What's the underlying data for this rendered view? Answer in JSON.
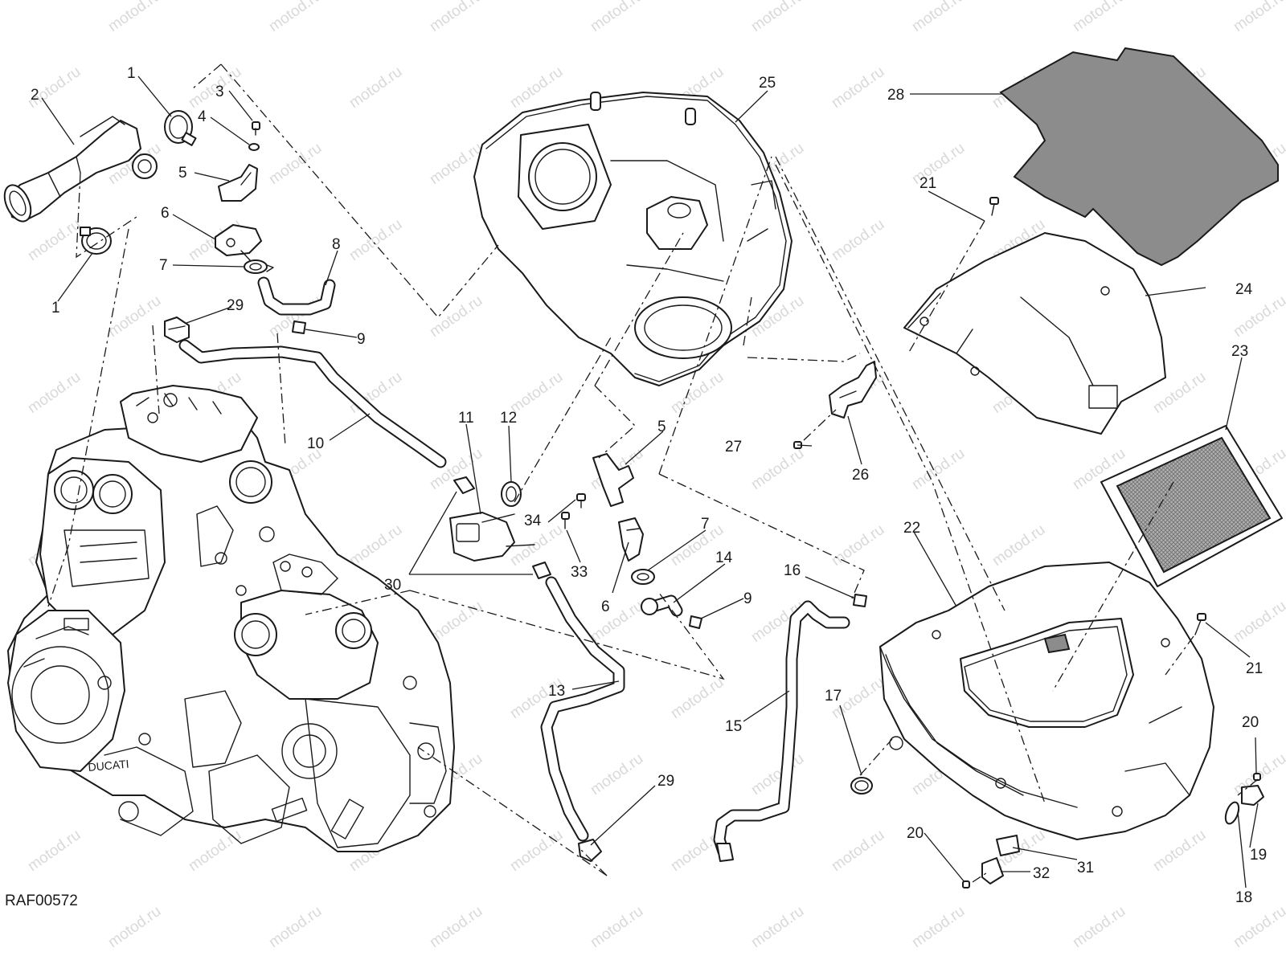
{
  "diagram": {
    "code": "RAF00572",
    "watermark_text": "motod.ru",
    "callouts": [
      {
        "id": "c1a",
        "label": "1"
      },
      {
        "id": "c1b",
        "label": "1"
      },
      {
        "id": "c2",
        "label": "2"
      },
      {
        "id": "c3",
        "label": "3"
      },
      {
        "id": "c4",
        "label": "4"
      },
      {
        "id": "c5a",
        "label": "5"
      },
      {
        "id": "c5b",
        "label": "5"
      },
      {
        "id": "c6a",
        "label": "6"
      },
      {
        "id": "c6b",
        "label": "6"
      },
      {
        "id": "c7a",
        "label": "7"
      },
      {
        "id": "c7b",
        "label": "7"
      },
      {
        "id": "c8",
        "label": "8"
      },
      {
        "id": "c9a",
        "label": "9"
      },
      {
        "id": "c9b",
        "label": "9"
      },
      {
        "id": "c10",
        "label": "10"
      },
      {
        "id": "c11",
        "label": "11"
      },
      {
        "id": "c12",
        "label": "12"
      },
      {
        "id": "c13",
        "label": "13"
      },
      {
        "id": "c14",
        "label": "14"
      },
      {
        "id": "c15",
        "label": "15"
      },
      {
        "id": "c16",
        "label": "16"
      },
      {
        "id": "c17",
        "label": "17"
      },
      {
        "id": "c18",
        "label": "18"
      },
      {
        "id": "c19",
        "label": "19"
      },
      {
        "id": "c20a",
        "label": "20"
      },
      {
        "id": "c20b",
        "label": "20"
      },
      {
        "id": "c21a",
        "label": "21"
      },
      {
        "id": "c21b",
        "label": "21"
      },
      {
        "id": "c22",
        "label": "22"
      },
      {
        "id": "c23",
        "label": "23"
      },
      {
        "id": "c24",
        "label": "24"
      },
      {
        "id": "c25",
        "label": "25"
      },
      {
        "id": "c26",
        "label": "26"
      },
      {
        "id": "c27",
        "label": "27"
      },
      {
        "id": "c28",
        "label": "28"
      },
      {
        "id": "c29a",
        "label": "29"
      },
      {
        "id": "c29b",
        "label": "29"
      },
      {
        "id": "c30",
        "label": "30"
      },
      {
        "id": "c31",
        "label": "31"
      },
      {
        "id": "c32",
        "label": "32"
      },
      {
        "id": "c33",
        "label": "33"
      },
      {
        "id": "c34",
        "label": "34"
      }
    ]
  }
}
